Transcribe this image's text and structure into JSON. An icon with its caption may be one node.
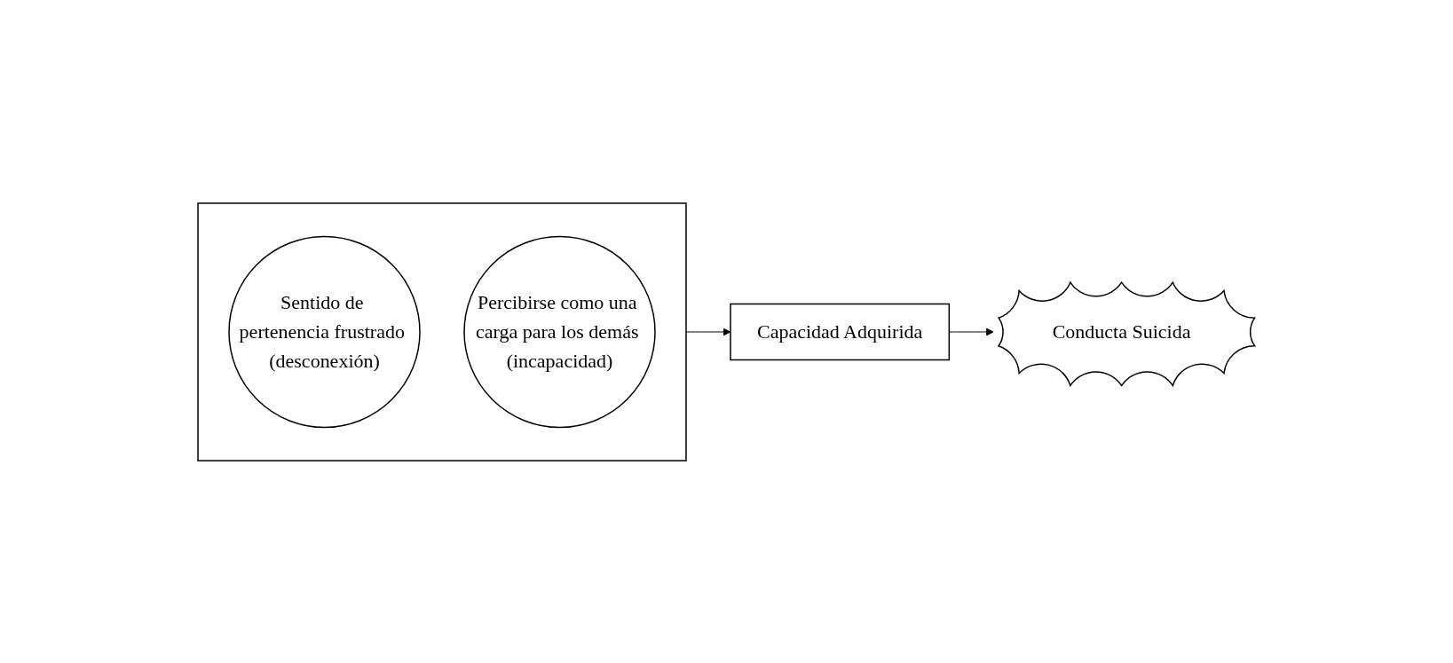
{
  "diagram": {
    "nodes": [
      {
        "text": [],
        "shape": "box"
      },
      {
        "text": [
          "Sentido de pertenencia frustrado (desconexión)"
        ],
        "in": 0
      },
      {
        "text": [
          "Percibirse como una carga para los demás (incapacidad)"
        ],
        "in": 0
      },
      {
        "text": [
          "Capacidad Adquirida"
        ]
      },
      {
        "text": [
          "Conducta Suicida"
        ]
      }
    ],
    "edges": [
      {
        "from": 0,
        "to": 3,
        "arrow": "to"
      },
      {
        "from": 3,
        "to": 4,
        "arrow": "to"
      }
    ]
  }
}
